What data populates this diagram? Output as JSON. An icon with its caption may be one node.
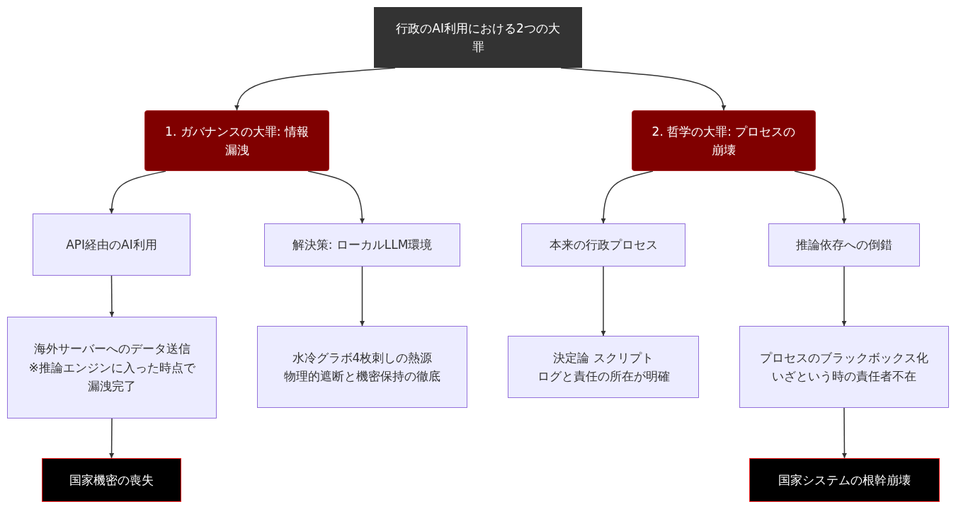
{
  "diagram": {
    "nodes": [
      {
        "text": [
          "行政のAI利用における2つの大罪"
        ]
      },
      {
        "text": [
          "1. ガバナンスの大罪: 情報漏洩"
        ]
      },
      {
        "text": [
          "2. 哲学の大罪: プロセスの崩壊"
        ]
      },
      {
        "text": [
          "API経由のAI利用"
        ]
      },
      {
        "text": [
          "解決策: ローカルLLM環境"
        ]
      },
      {
        "text": [
          "本来の行政プロセス"
        ]
      },
      {
        "text": [
          "推論依存への倒錯"
        ]
      },
      {
        "text": [
          "海外サーバーへのデータ送信",
          "※推論エンジンに入った時点で漏洩完了"
        ]
      },
      {
        "text": [
          "水冷グラボ4枚刺しの熱源",
          "物理的遮断と機密保持の徹底"
        ]
      },
      {
        "text": [
          "決定論 スクリプト",
          "ログと責任の所在が明確"
        ]
      },
      {
        "text": [
          "プロセスのブラックボックス化",
          "いざという時の責任者不在"
        ]
      },
      {
        "text": [
          "国家機密の喪失"
        ]
      },
      {
        "text": [
          "国家システムの根幹崩壊"
        ]
      }
    ],
    "edges": [
      {
        "from": 0,
        "to": 1,
        "arrow": "to"
      },
      {
        "from": 0,
        "to": 2,
        "arrow": "to"
      },
      {
        "from": 1,
        "to": 3,
        "arrow": "to"
      },
      {
        "from": 1,
        "to": 4,
        "arrow": "to"
      },
      {
        "from": 2,
        "to": 5,
        "arrow": "to"
      },
      {
        "from": 2,
        "to": 6,
        "arrow": "to"
      },
      {
        "from": 3,
        "to": 7,
        "arrow": "to"
      },
      {
        "from": 7,
        "to": 11,
        "arrow": "to"
      },
      {
        "from": 4,
        "to": 8,
        "arrow": "to"
      },
      {
        "from": 5,
        "to": 9,
        "arrow": "to"
      },
      {
        "from": 6,
        "to": 10,
        "arrow": "to"
      },
      {
        "from": 10,
        "to": 12,
        "arrow": "to"
      }
    ]
  }
}
